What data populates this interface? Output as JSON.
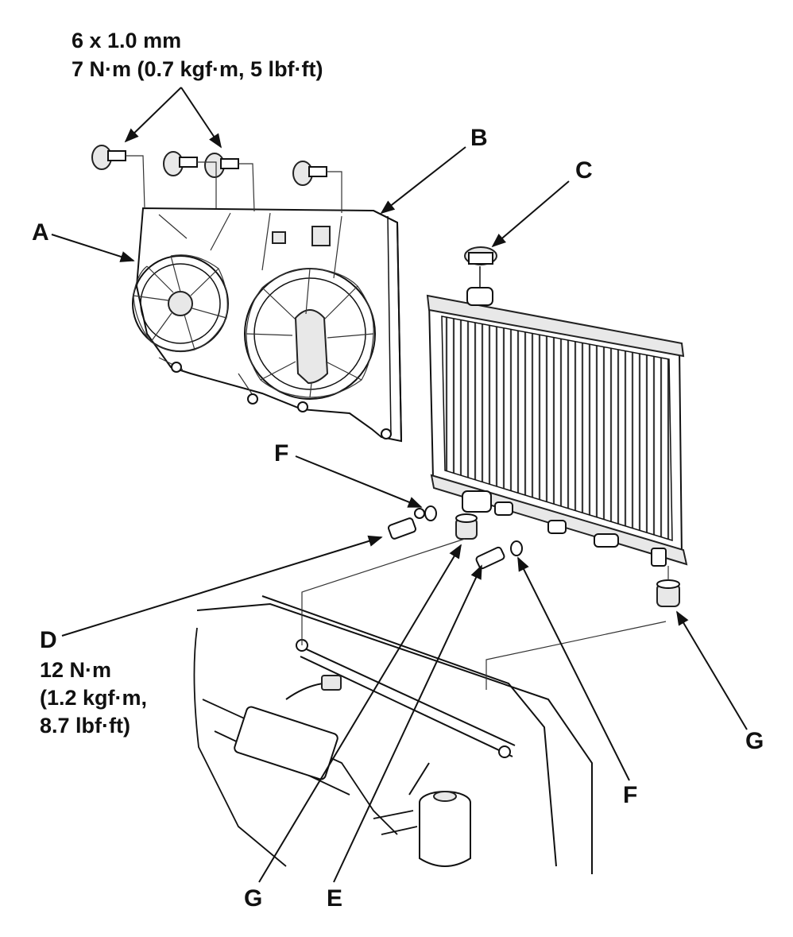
{
  "fastener_spec": {
    "line1": "6 x 1.0 mm",
    "line2": "7 N·m (0.7 kgf·m, 5 lbf·ft)"
  },
  "drain_plug_spec": {
    "line1": "12 N·m",
    "line2": "(1.2 kgf·m,",
    "line3": "8.7 lbf·ft)"
  },
  "callouts": {
    "a": "A",
    "b": "B",
    "c": "C",
    "d": "D",
    "e": "E",
    "f_upper": "F",
    "f_lower": "F",
    "g_left": "G",
    "g_right": "G"
  },
  "colors": {
    "ink": "#111111",
    "paper": "#ffffff"
  }
}
